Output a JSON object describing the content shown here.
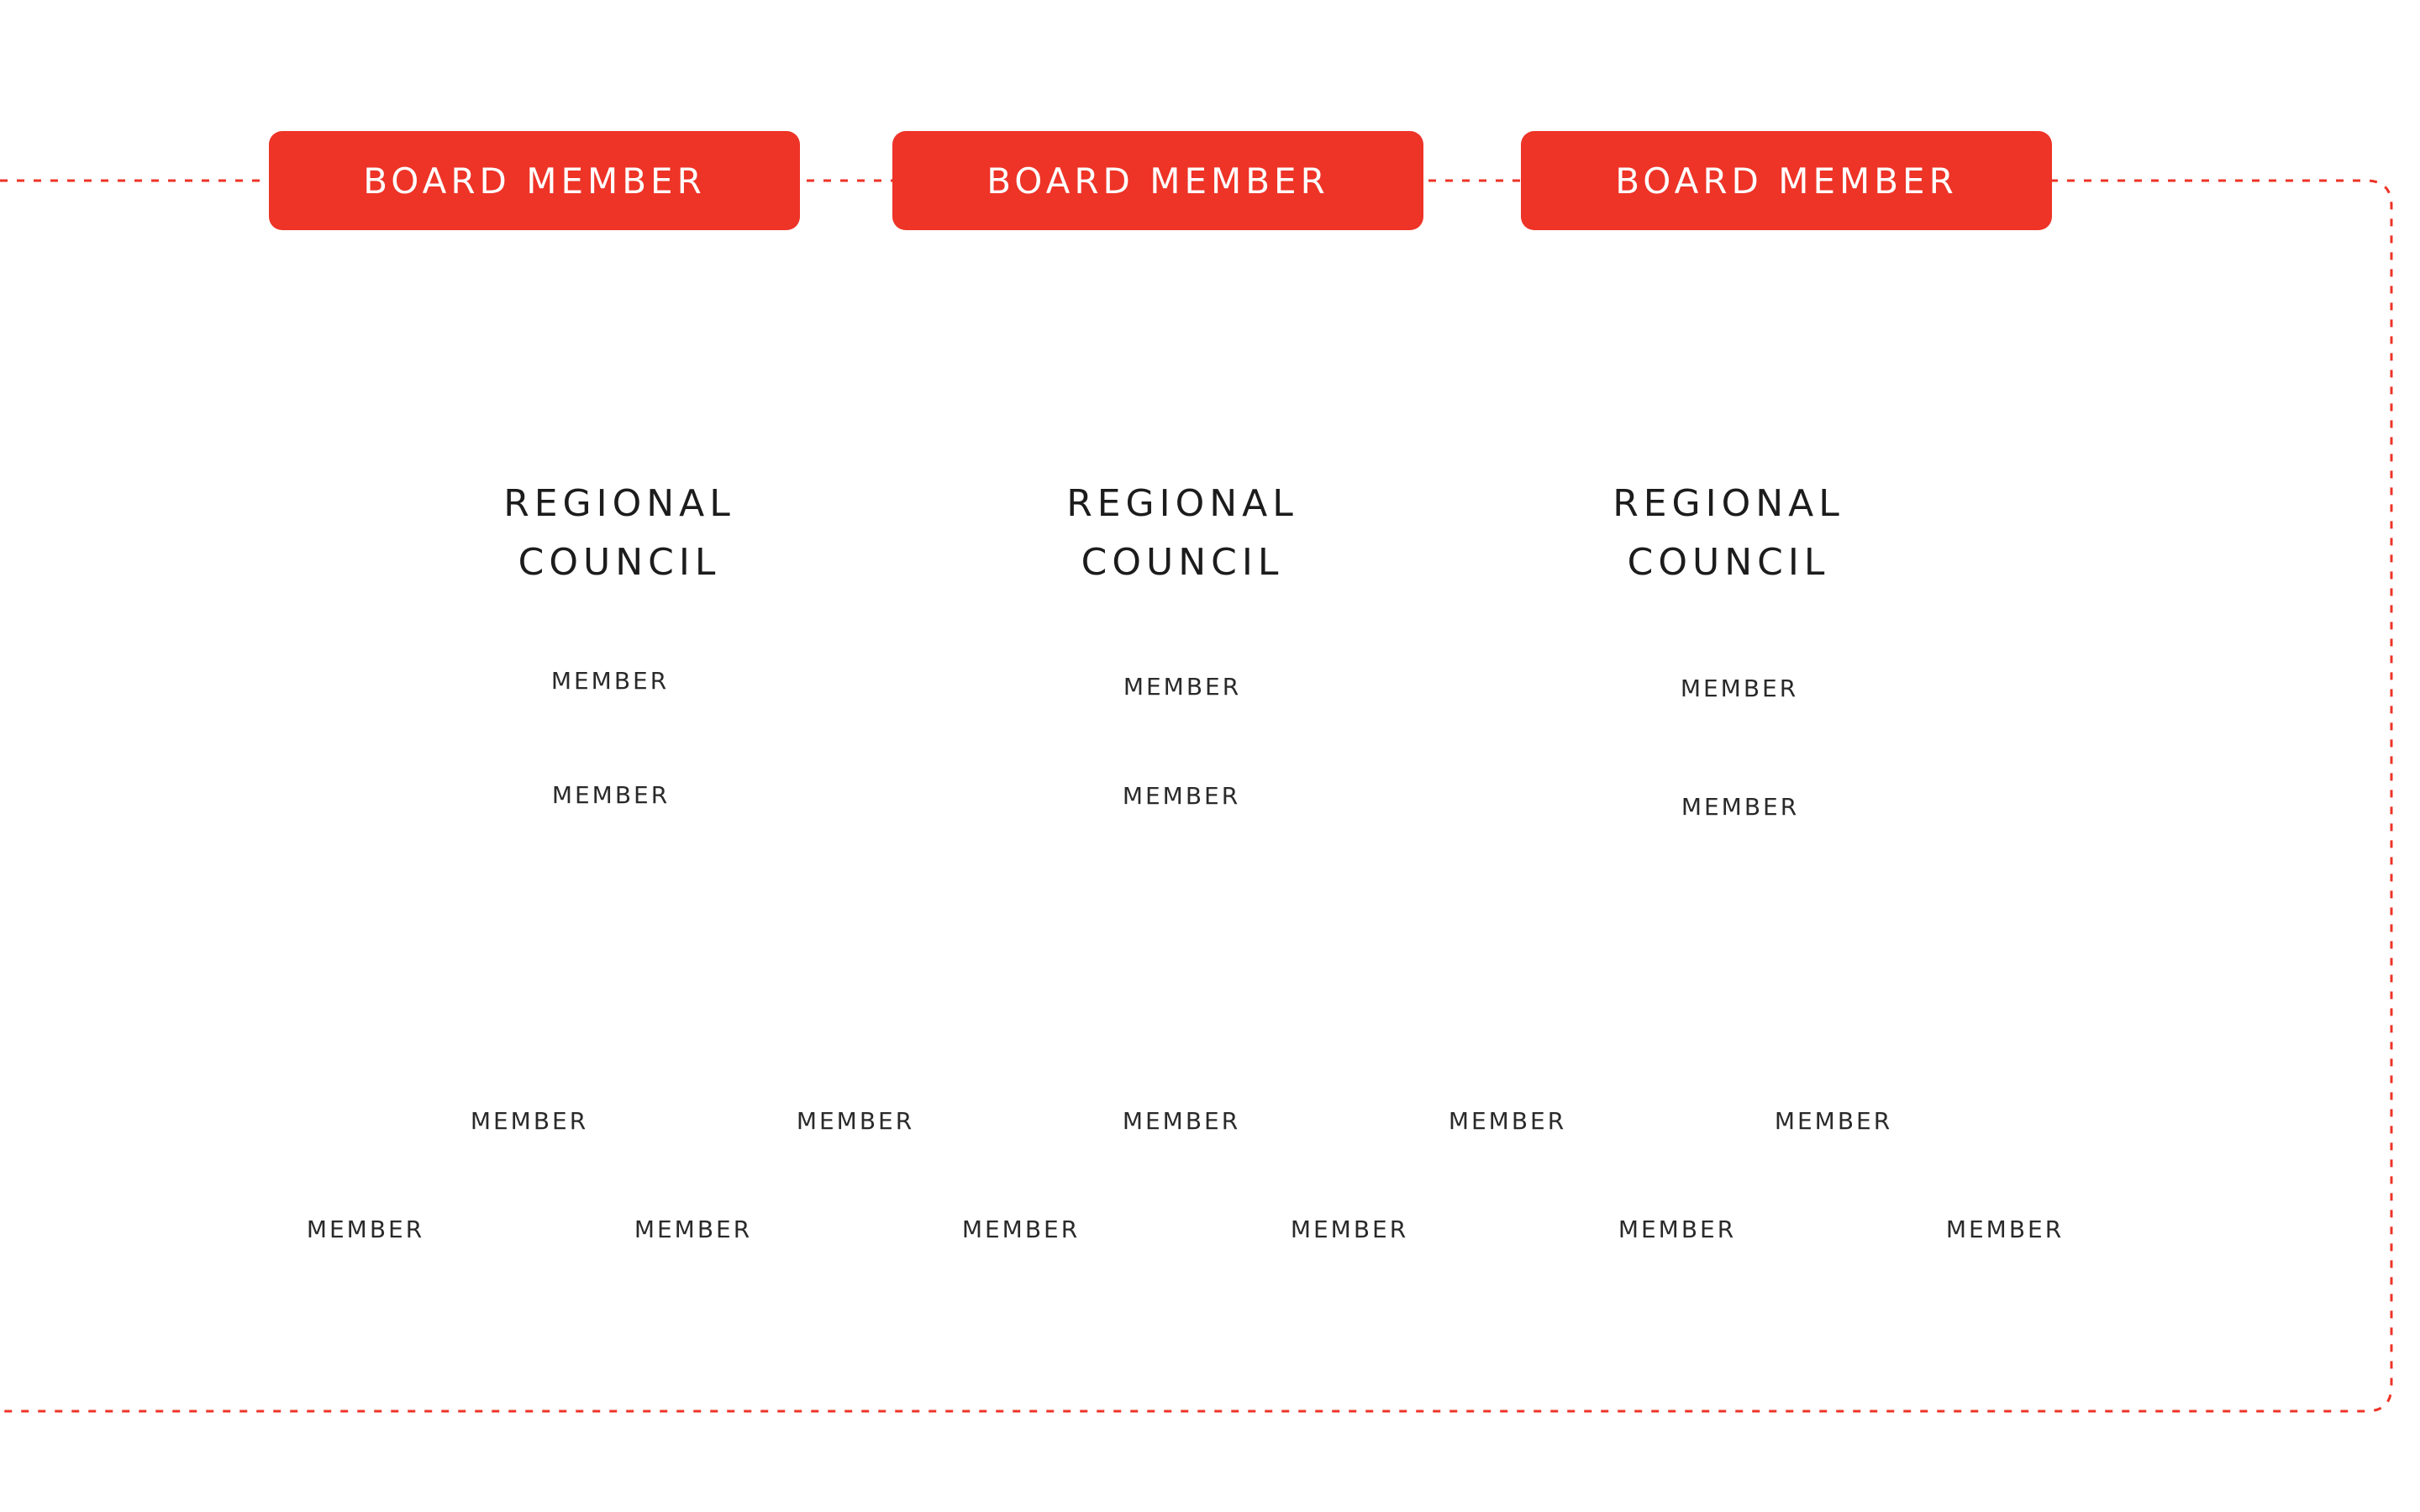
{
  "colors": {
    "accent": "#ee3327",
    "background": "#ffffff",
    "text": "#1c1c1c"
  },
  "board": [
    {
      "label": "BOARD MEMBER"
    },
    {
      "label": "BOARD MEMBER"
    },
    {
      "label": "BOARD MEMBER"
    }
  ],
  "councils": [
    {
      "line1": "REGIONAL",
      "line2": "COUNCIL",
      "members": [
        "MEMBER",
        "MEMBER"
      ]
    },
    {
      "line1": "REGIONAL",
      "line2": "COUNCIL",
      "members": [
        "MEMBER",
        "MEMBER"
      ]
    },
    {
      "line1": "REGIONAL",
      "line2": "COUNCIL",
      "members": [
        "MEMBER",
        "MEMBER"
      ]
    }
  ],
  "bottom_row_1": [
    "MEMBER",
    "MEMBER",
    "MEMBER",
    "MEMBER",
    "MEMBER"
  ],
  "bottom_row_2": [
    "MEMBER",
    "MEMBER",
    "MEMBER",
    "MEMBER",
    "MEMBER",
    "MEMBER"
  ]
}
